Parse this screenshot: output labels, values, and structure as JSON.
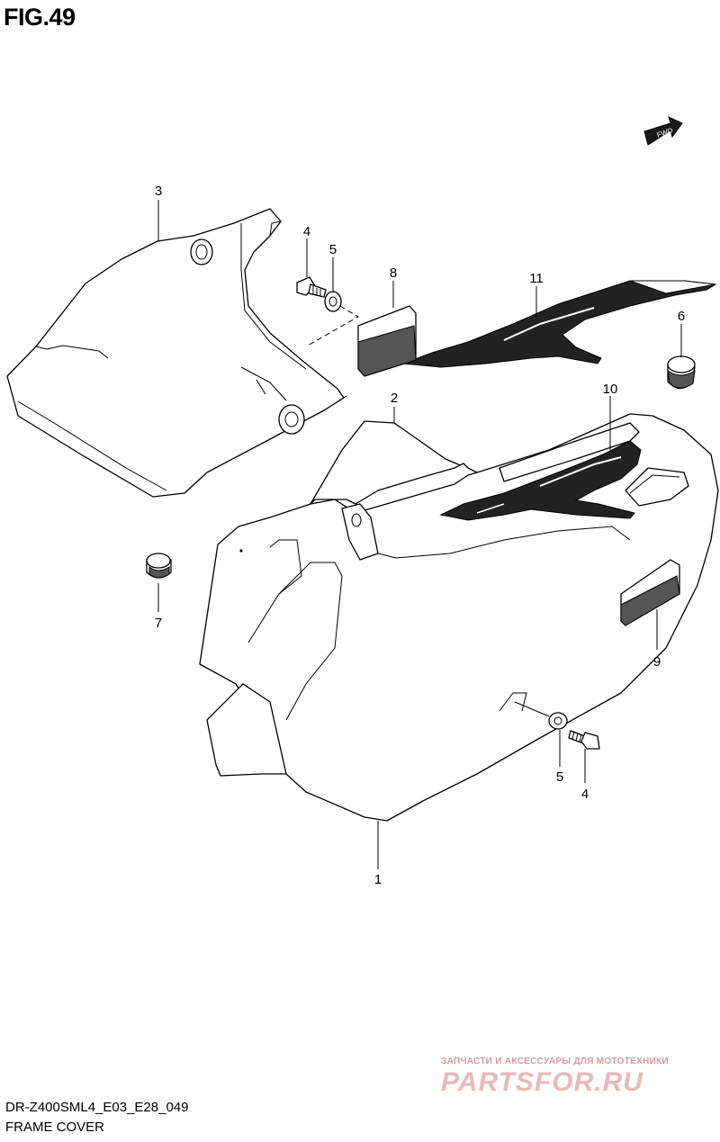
{
  "figure": {
    "title": "FIG.49",
    "code": "DR-Z400SML4_E03_E28_049",
    "subtitle": "FRAME COVER"
  },
  "fwd_badge": "FWD",
  "callouts": [
    {
      "id": "c1",
      "label": "1"
    },
    {
      "id": "c2",
      "label": "2"
    },
    {
      "id": "c3",
      "label": "3"
    },
    {
      "id": "c4a",
      "label": "4"
    },
    {
      "id": "c4b",
      "label": "4"
    },
    {
      "id": "c5a",
      "label": "5"
    },
    {
      "id": "c5b",
      "label": "5"
    },
    {
      "id": "c6",
      "label": "6"
    },
    {
      "id": "c7",
      "label": "7"
    },
    {
      "id": "c8",
      "label": "8"
    },
    {
      "id": "c9",
      "label": "9"
    },
    {
      "id": "c10",
      "label": "10"
    },
    {
      "id": "c11",
      "label": "11"
    }
  ],
  "watermark": {
    "tagline": "ЗАПЧАСТИ И АКСЕССУАРЫ ДЛЯ МОТОТЕХНИКИ",
    "logo": "PARTSFOR.RU"
  }
}
